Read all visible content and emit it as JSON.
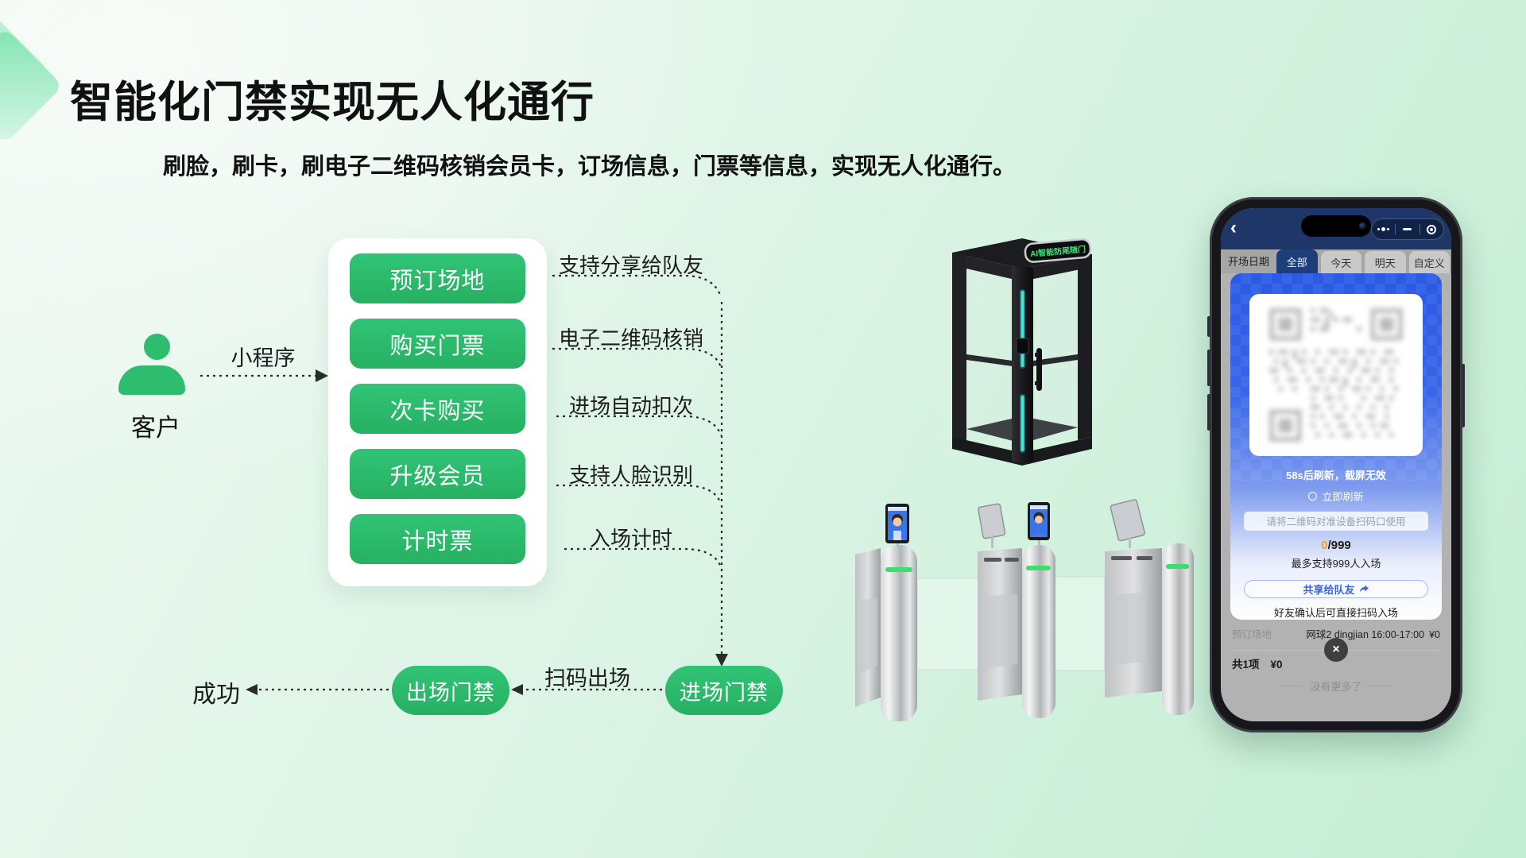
{
  "page": {
    "title": "智能化门禁实现无人化通行",
    "subtitle": "刷脸，刷卡，刷电子二维码核销会员卡，订场信息，门票等信息，实现无人化通行。"
  },
  "flow": {
    "customer_label": "客户",
    "channel_label": "小程序",
    "actions": [
      "预订场地",
      "购买门票",
      "次卡购买",
      "升级会员",
      "计时票"
    ],
    "features": [
      "支持分享给队友",
      "电子二维码核销",
      "进场自动扣次",
      "支持人脸识别",
      "入场计时"
    ],
    "entry_gate_label": "进场门禁",
    "exit_gate_label": "出场门禁",
    "scan_exit_label": "扫码出场",
    "success_label": "成功"
  },
  "hardware": {
    "booth_sign": "AI智能防尾随门"
  },
  "phone": {
    "nav": {
      "back_icon": "‹"
    },
    "tabs": {
      "group_label": "开场日期",
      "items": [
        "全部",
        "今天",
        "明天",
        "自定义"
      ],
      "selected": "全部"
    },
    "qr_card": {
      "refresh_note": "58s后刷新，截屏无效",
      "refresh_action": "立即刷新",
      "scan_hint": "请将二维码对准设备扫码口使用",
      "admit_current": "0",
      "admit_total": "/999",
      "capacity_note": "最多支持999人入场",
      "share_button_label": "共享给队友",
      "share_note": "好友确认后可直接扫码入场"
    },
    "order": {
      "category_label": "预订场地",
      "detail": "网球2 dingjian 16:00-17:00",
      "price": "¥0",
      "summary_count": "共1项",
      "summary_price": "¥0",
      "close_icon": "×",
      "no_more_label": "没有更多了"
    }
  },
  "colors": {
    "accent_green": "#2ebd6e",
    "card_blue": "#2b59e4",
    "nav_navy": "#1e3668",
    "count_orange": "#f0a22e"
  }
}
